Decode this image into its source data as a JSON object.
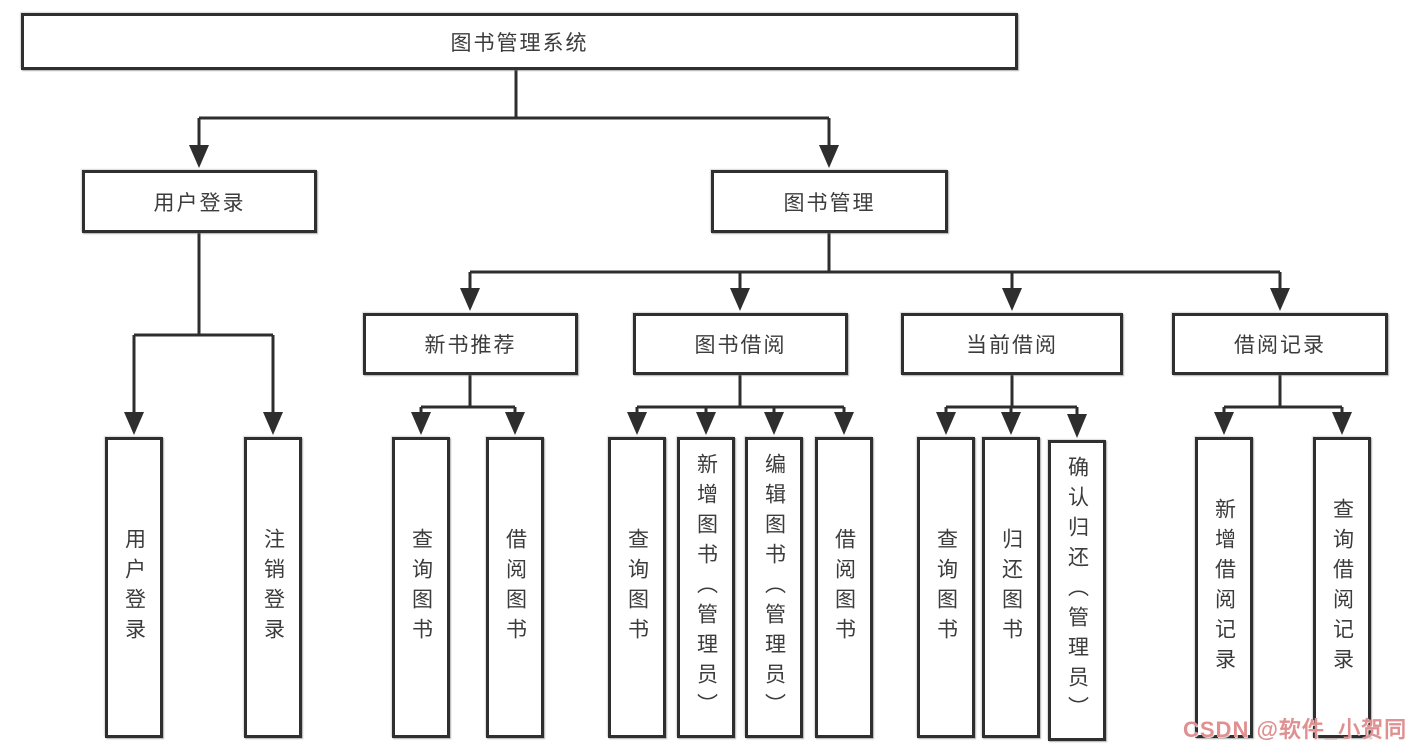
{
  "tree": {
    "root": {
      "label": "图书管理系统"
    },
    "l2": [
      {
        "label": "用户登录",
        "children": [
          {
            "label": "用户登录"
          },
          {
            "label": "注销登录"
          }
        ]
      },
      {
        "label": "图书管理",
        "children": [
          {
            "label": "新书推荐",
            "children": [
              {
                "label": "查询图书"
              },
              {
                "label": "借阅图书"
              }
            ]
          },
          {
            "label": "图书借阅",
            "children": [
              {
                "label": "查询图书"
              },
              {
                "label": "新增图书（管理员）"
              },
              {
                "label": "编辑图书（管理员）"
              },
              {
                "label": "借阅图书"
              }
            ]
          },
          {
            "label": "当前借阅",
            "children": [
              {
                "label": "查询图书"
              },
              {
                "label": "归还图书"
              },
              {
                "label": "确认归还（管理员）"
              }
            ]
          },
          {
            "label": "借阅记录",
            "children": [
              {
                "label": "新增借阅记录"
              },
              {
                "label": "查询借阅记录"
              }
            ]
          }
        ]
      }
    ]
  },
  "watermark": {
    "text": "CSDN @软件_小贺同学"
  },
  "colors": {
    "line": "#2e2e2e",
    "box_border": "#2f2f2f",
    "text": "#3c3c3c",
    "background": "#ffffff",
    "watermark": "#e09090"
  }
}
